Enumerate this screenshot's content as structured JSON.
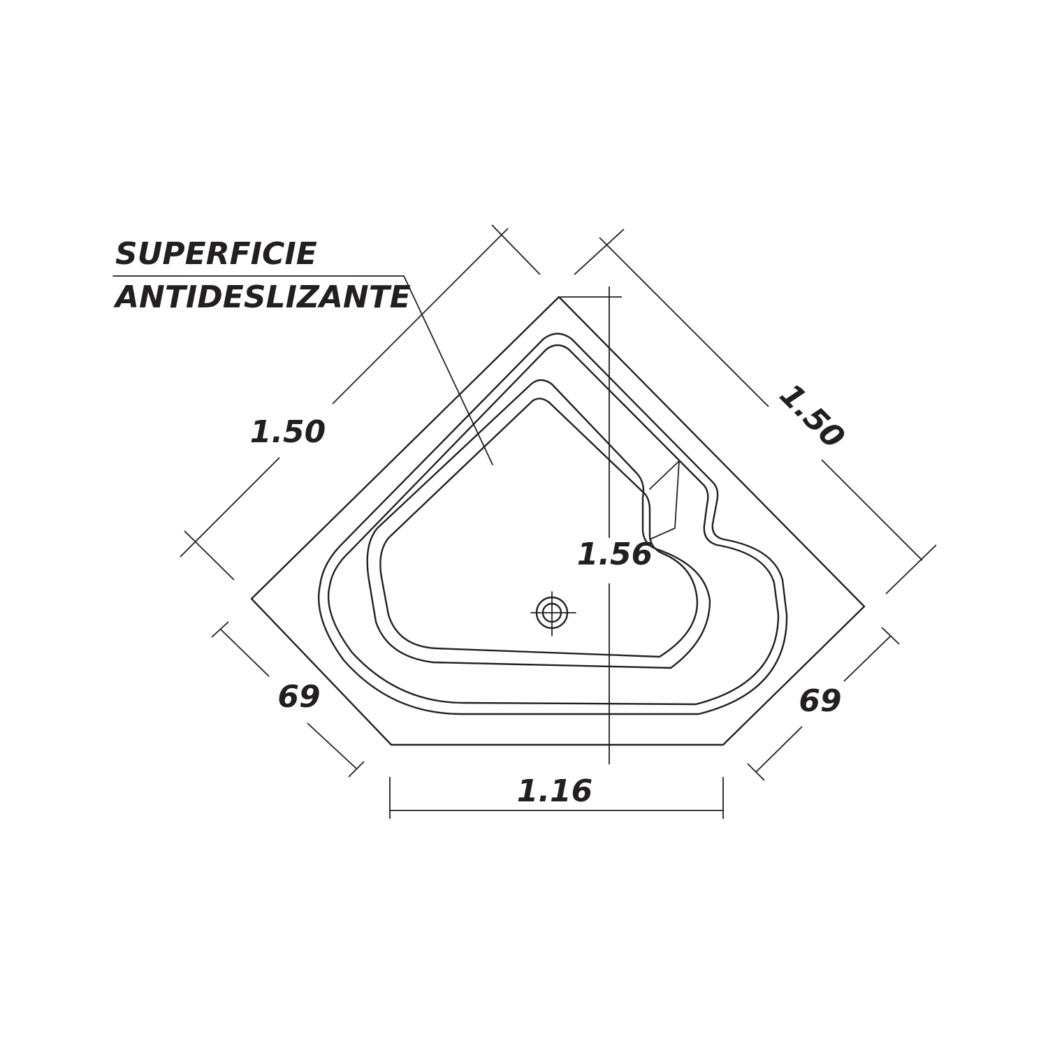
{
  "callout": {
    "line1": "SUPERFICIE",
    "line2": "ANTIDESLIZANTE"
  },
  "dimensions": {
    "upper_left_side": "1.50",
    "upper_right_side": "1.50",
    "depth": "1.56",
    "lower_left_side": "69",
    "lower_right_side": "69",
    "front_width": "1.16"
  }
}
